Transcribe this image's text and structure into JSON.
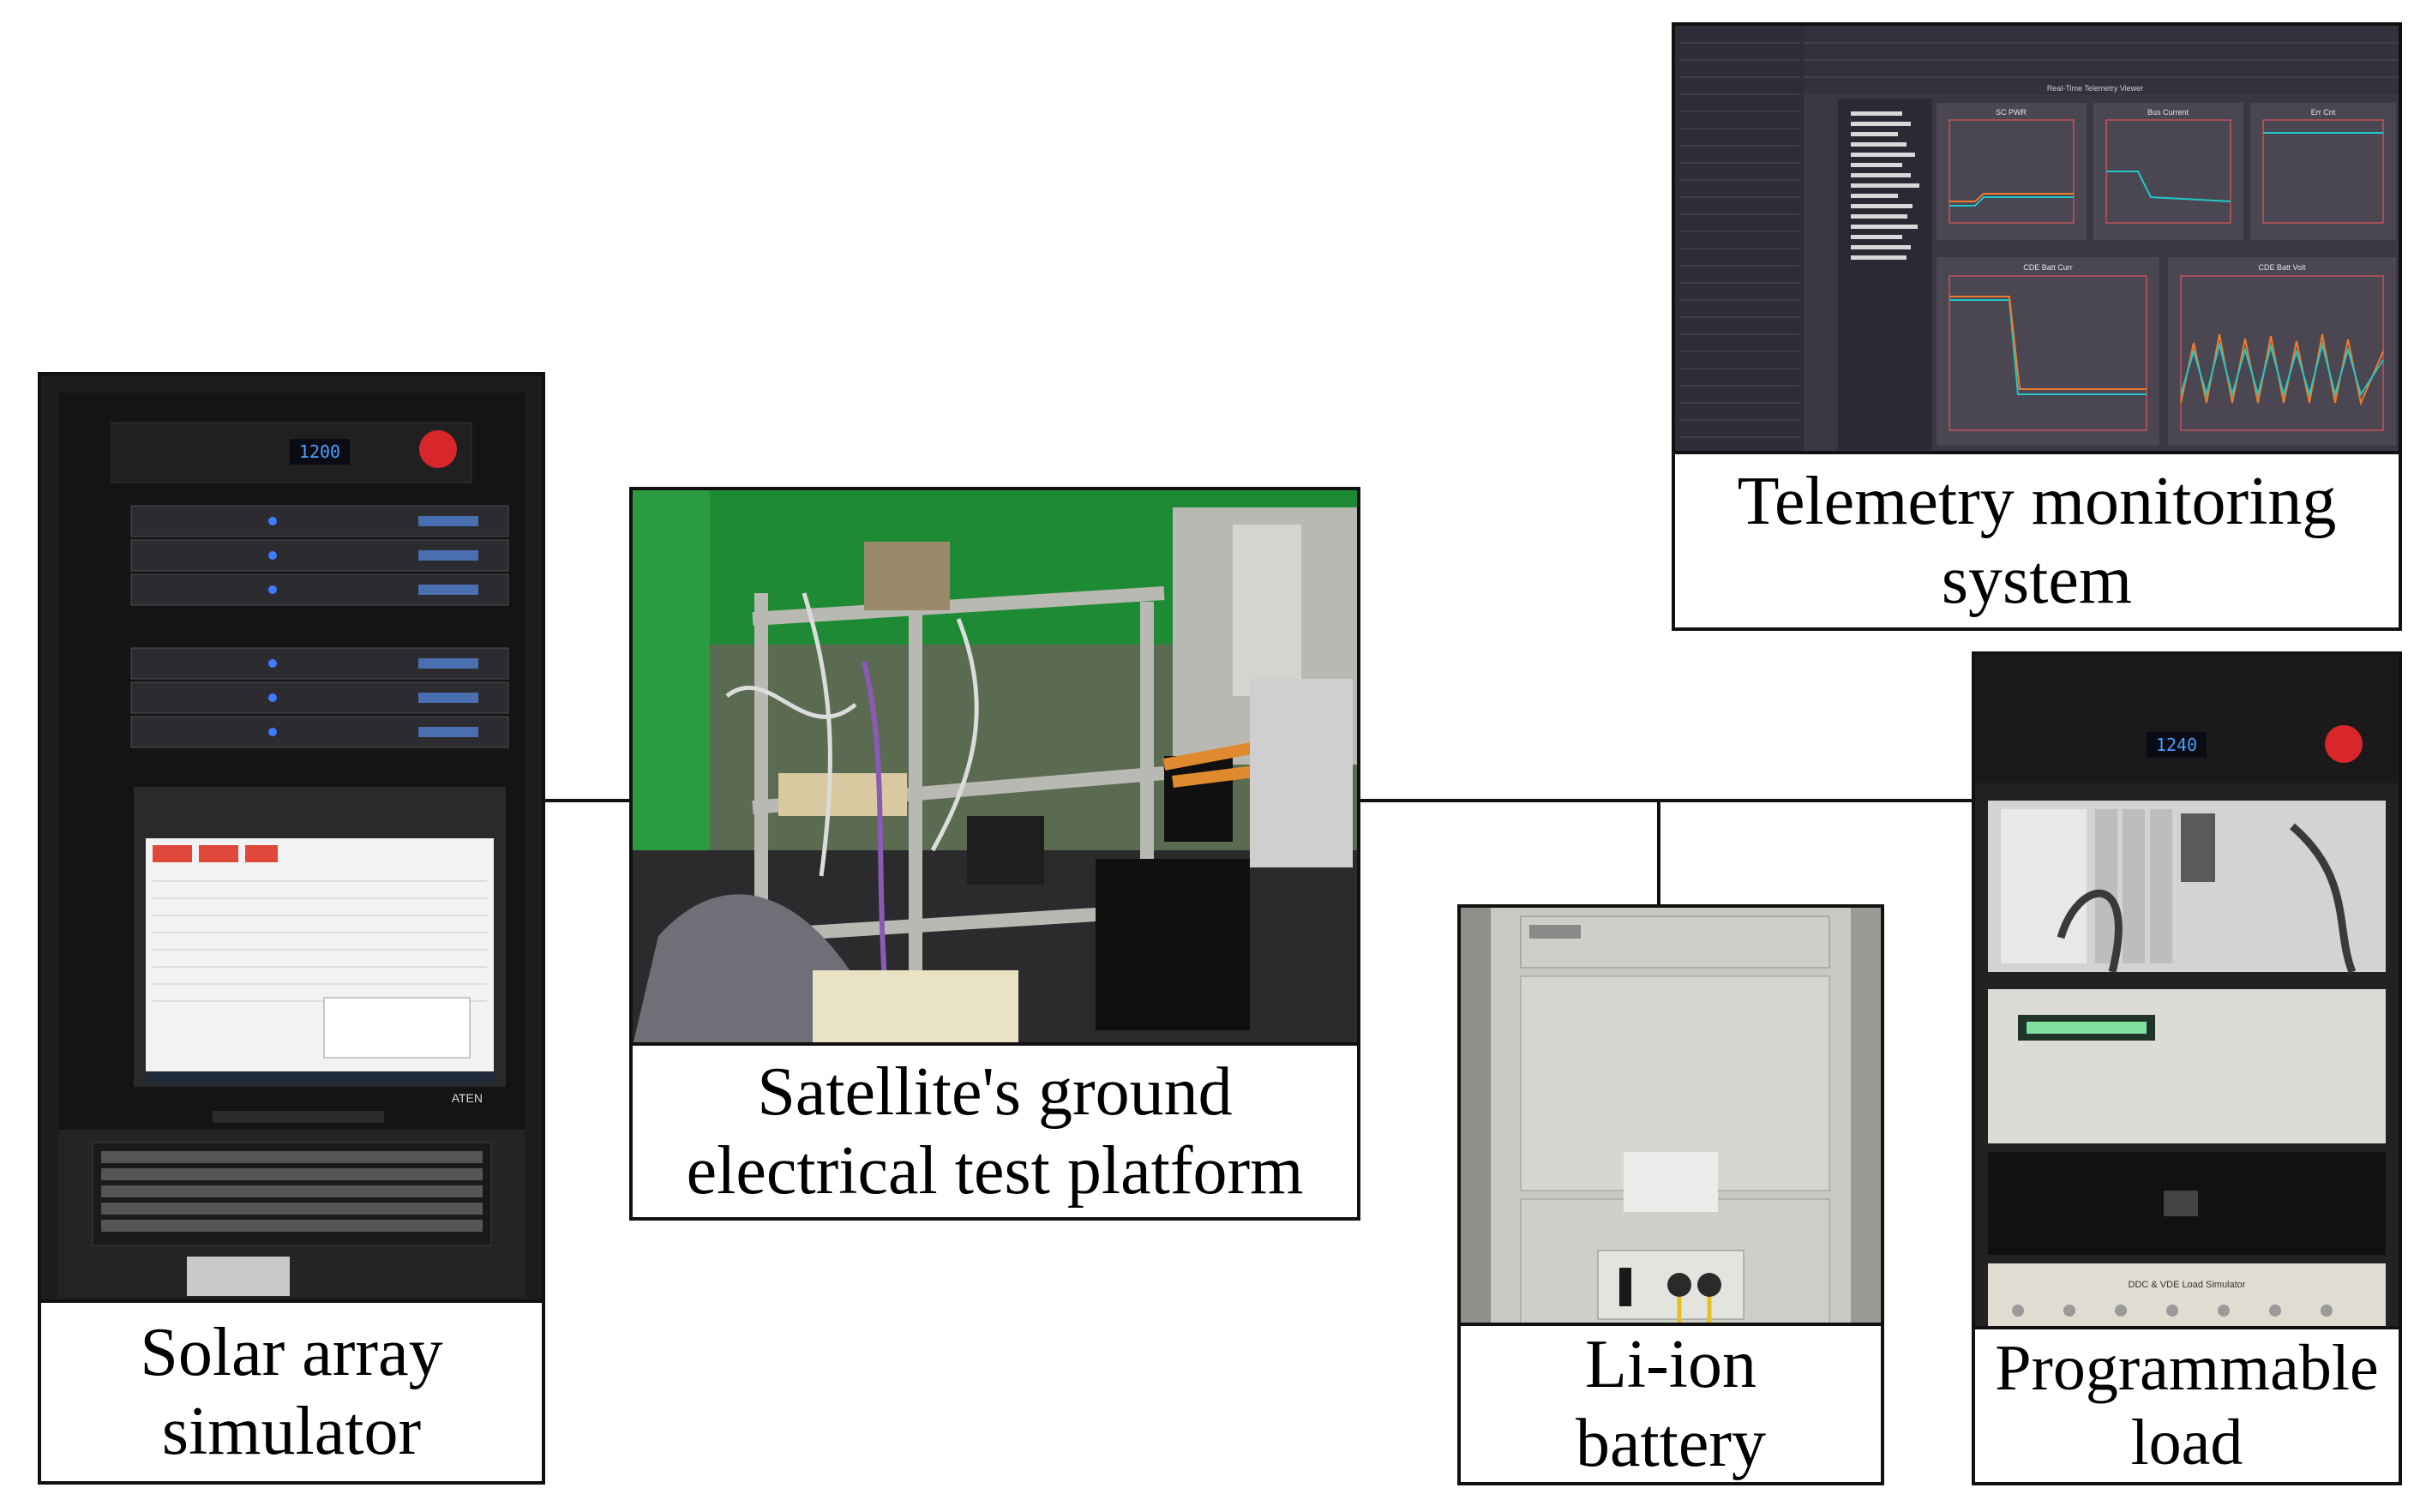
{
  "labels": {
    "solar_array_simulator": "Solar array simulator",
    "test_platform": "Satellite's ground electrical test platform",
    "telemetry": "Telemetry monitoring system",
    "battery": "Li-ion battery",
    "load": "Programmable load"
  },
  "device_text": {
    "rack_display": "1200",
    "kvm_brand": "ATEN",
    "load_display": "1240",
    "load_simulator_plate": "DDC & VDE Load Simulator",
    "telemetry_window_title": "Real-Time Telemetry Viewer",
    "telemetry_charts": [
      "SC PWR",
      "Bus Current",
      "Err Cnt",
      "CDE Batt Curr",
      "CDE Batt Volt"
    ]
  },
  "colors": {
    "border": "#111111",
    "rack": "#1a1a1a",
    "screen_bg": "#3a3744",
    "plot_bg": "#4a4652",
    "trace_cyan": "#21c7c7",
    "trace_orange": "#ef7c2a",
    "trace_blue": "#3f6fe0",
    "alarm_red": "#d8262a"
  }
}
